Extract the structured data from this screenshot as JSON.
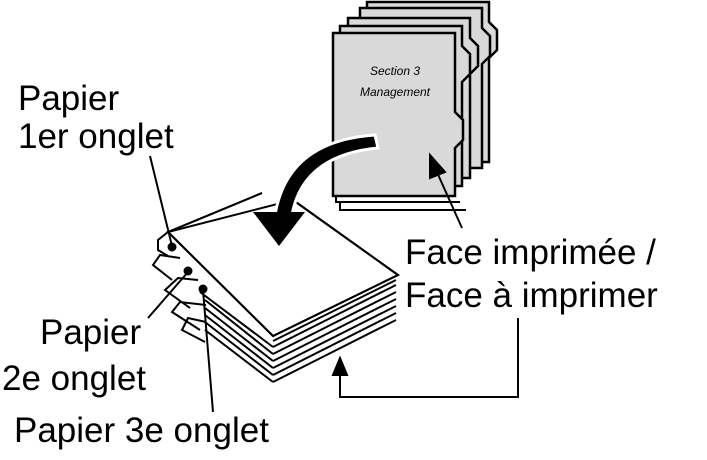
{
  "labels": {
    "tab1_line1": "Papier",
    "tab1_line2": "1er onglet",
    "tab2_line1": "Papier",
    "tab2_line2": "2e onglet",
    "tab3": "Papier 3e onglet",
    "face_line1": "Face imprimée /",
    "face_line2": "Face à imprimer"
  },
  "document": {
    "line1": "Section 3",
    "line2": "Management"
  },
  "colors": {
    "document_fill": "#d9d9d9",
    "ink": "#000000"
  }
}
